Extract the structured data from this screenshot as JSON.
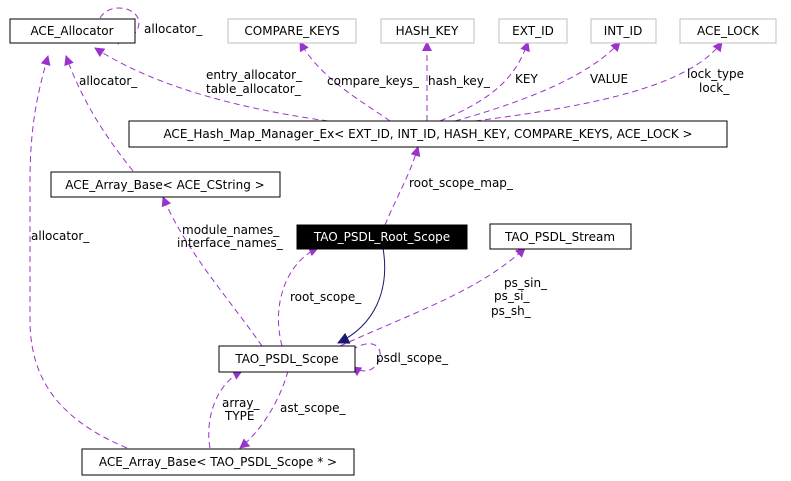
{
  "colors": {
    "usage_edge": "#9a32cd",
    "inherit_edge": "#191970",
    "node_border": "#000000",
    "template_node_border": "#bfbfbf",
    "focus_node_fill": "#000000",
    "focus_node_text": "#ffffff"
  },
  "nodes": {
    "ace_allocator": "ACE_Allocator",
    "compare_keys": "COMPARE_KEYS",
    "hash_key": "HASH_KEY",
    "ext_id": "EXT_ID",
    "int_id": "INT_ID",
    "ace_lock": "ACE_LOCK",
    "hash_map_manager": "ACE_Hash_Map_Manager_Ex< EXT_ID, INT_ID, HASH_KEY, COMPARE_KEYS, ACE_LOCK >",
    "array_base_cstring": "ACE_Array_Base< ACE_CString >",
    "root_scope": "TAO_PSDL_Root_Scope",
    "psdl_stream": "TAO_PSDL_Stream",
    "psdl_scope": "TAO_PSDL_Scope",
    "array_base_scope": "ACE_Array_Base< TAO_PSDL_Scope * >"
  },
  "edge_labels": {
    "allocator_self": "allocator_",
    "allocator_to_array_cstring": "allocator_",
    "allocator_to_array_scope": "allocator_",
    "entry_allocator": "entry_allocator_",
    "table_allocator": "table_allocator_",
    "compare_keys": "compare_keys_",
    "hash_key": "hash_key_",
    "key": "KEY",
    "value": "VALUE",
    "lock_type": "lock_type",
    "lock": "lock_",
    "root_scope_map": "root_scope_map_",
    "module_names": "module_names_",
    "interface_names": "interface_names_",
    "root_scope": "root_scope_",
    "ps_sin": "ps_sin_",
    "ps_si": "ps_si_",
    "ps_sh": "ps_sh_",
    "psdl_scope": "psdl_scope_",
    "array": "array_",
    "type": "TYPE",
    "ast_scope": "ast_scope_"
  }
}
